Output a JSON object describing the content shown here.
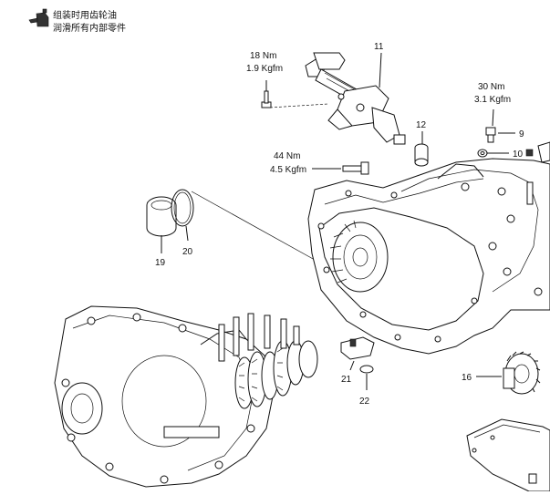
{
  "note": {
    "line1": "组装时用齿轮油",
    "line2": "润滑所有内部零件",
    "icon": "oil-can-icon"
  },
  "callouts": [
    {
      "id": "c11",
      "text": "11"
    },
    {
      "id": "c12",
      "text": "12"
    },
    {
      "id": "c9",
      "text": "9"
    },
    {
      "id": "c10",
      "text": "10"
    },
    {
      "id": "c16",
      "text": "16"
    },
    {
      "id": "c19",
      "text": "19"
    },
    {
      "id": "c20",
      "text": "20"
    },
    {
      "id": "c21",
      "text": "21"
    },
    {
      "id": "c22",
      "text": "22"
    }
  ],
  "torques": [
    {
      "id": "t1",
      "nm": "18 Nm",
      "kgfm": "1.9 Kgfm"
    },
    {
      "id": "t2",
      "nm": "30 Nm",
      "kgfm": "3.1 Kgfm"
    },
    {
      "id": "t3",
      "nm": "44 Nm",
      "kgfm": "4.5 Kgfm"
    }
  ]
}
